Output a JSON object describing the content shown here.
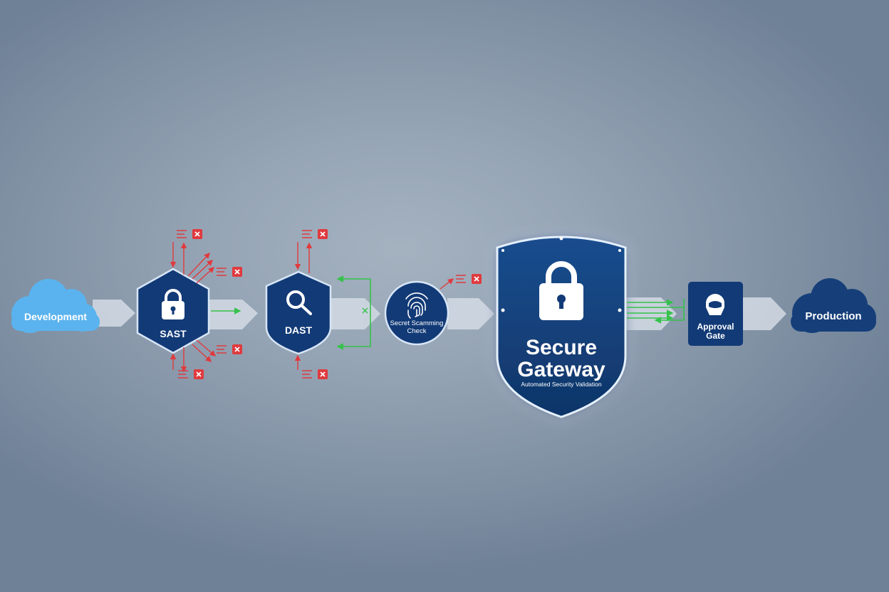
{
  "stages": {
    "development": {
      "label": "Development"
    },
    "sast": {
      "label": "SAST"
    },
    "dast": {
      "label": "DAST"
    },
    "secret_scanning": {
      "label": "Secret Scamming Check"
    },
    "secure_gateway": {
      "title": "Secure Gateway",
      "subtitle": "Automated Security Validation"
    },
    "approval_gate": {
      "label": "Approval Gate"
    },
    "production": {
      "label": "Production"
    }
  },
  "icons": {
    "sast": "padlock-icon",
    "dast": "magnifier-icon",
    "secret_scanning": "fingerprint-icon",
    "secure_gateway": "padlock-icon",
    "approval_gate": "helmet-icon",
    "finding": "error-x-icon"
  },
  "colors": {
    "background": "#96a5b5",
    "node_navy": "#123a76",
    "cloud_light": "#5ab3ee",
    "cloud_dark": "#163f7a",
    "flow_arrow": "#d3dbe4",
    "fail_red": "#e03a3e",
    "pass_green": "#34c24a",
    "glow": "#cfe6ff"
  }
}
